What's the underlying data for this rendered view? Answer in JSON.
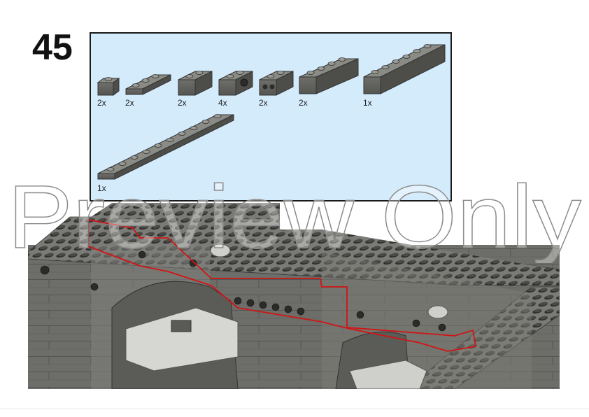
{
  "step": {
    "number": "45"
  },
  "parts": [
    {
      "name": "brick-1x1",
      "qty": "2x"
    },
    {
      "name": "plate-1x3",
      "qty": "2x"
    },
    {
      "name": "brick-1x2",
      "qty": "2x"
    },
    {
      "name": "brick-1x2-technic-hole",
      "qty": "4x"
    },
    {
      "name": "brick-1x2-technic-axle-holes",
      "qty": "2x"
    },
    {
      "name": "brick-1x4",
      "qty": "2x"
    },
    {
      "name": "brick-1x6",
      "qty": "1x"
    },
    {
      "name": "plate-1x10",
      "qty": "1x"
    }
  ],
  "watermark": {
    "text": "Preview Only"
  },
  "colors": {
    "brick": "#6b6b67",
    "brick_top": "#8a8a85",
    "highlight": "#d01515",
    "panel": "#d4ebfb"
  }
}
